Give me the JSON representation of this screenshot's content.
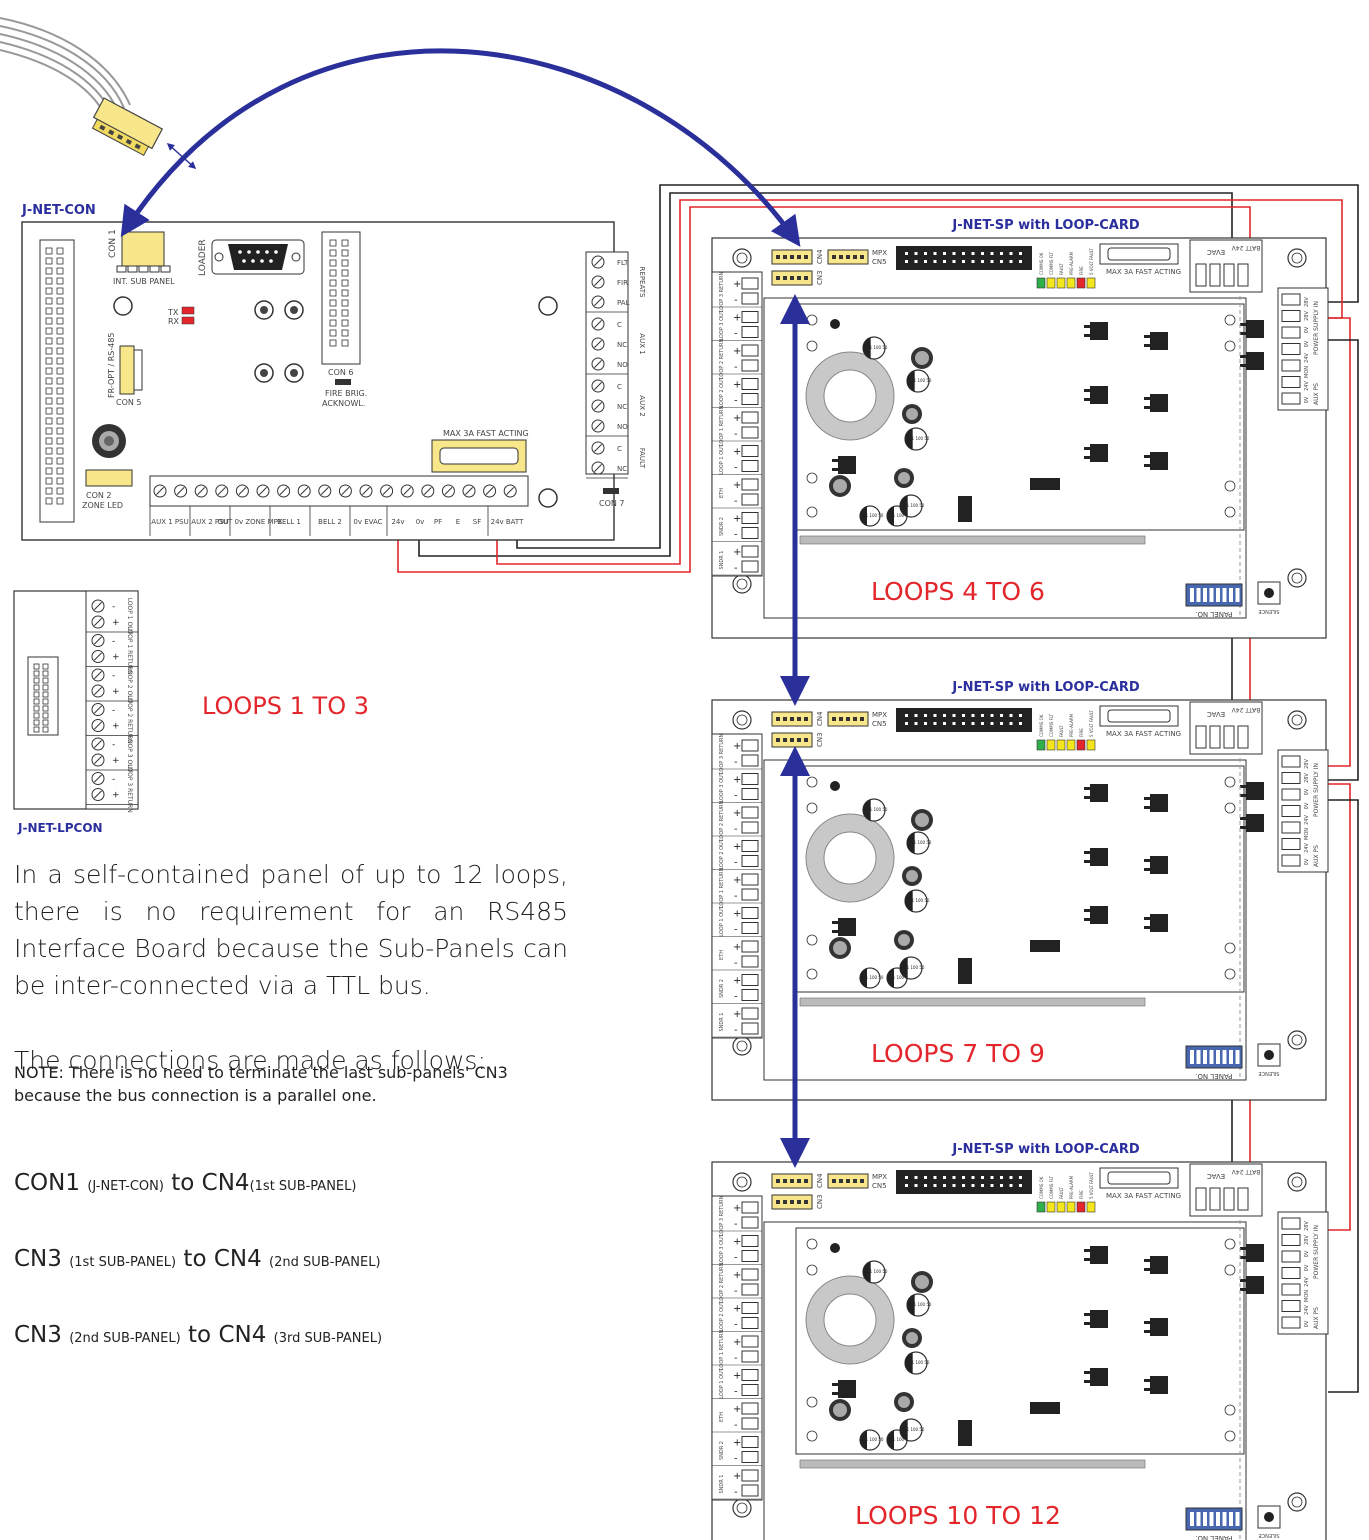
{
  "con_board": {
    "title": "J-NET-CON",
    "con1": "CON 1",
    "int_sub_panel": "INT. SUB PANEL",
    "loader": "LOADER",
    "tx": "TX",
    "rx": "RX",
    "fr_opt": "FR-OPT / RS-485",
    "con5": "CON 5",
    "con6": "CON 6",
    "fire_brig": "FIRE BRIG.",
    "acknowl": "ACKNOWL.",
    "con2": "CON 2",
    "zone_led": "ZONE LED",
    "con7": "CON 7",
    "fuse": "MAX 3A FAST ACTING",
    "relays": [
      {
        "terms": [
          "FLT",
          "FIR",
          "PAL"
        ],
        "group": "REPEATS"
      },
      {
        "terms": [
          "C",
          "NC",
          "NO"
        ],
        "group": "AUX 1"
      },
      {
        "terms": [
          "C",
          "NC",
          "NO"
        ],
        "group": "AUX 2"
      },
      {
        "terms": [
          "C",
          "NC"
        ],
        "group": "FAULT"
      }
    ],
    "bottom_labels": [
      "AUX 1 PSU",
      "AUX 2 PSU",
      "OUT 0v ZONE MPX",
      "BELL 1",
      "BELL 2",
      "0v EVAC",
      "24v",
      "0v",
      "PF",
      "E",
      "SF",
      "24v BATT"
    ]
  },
  "lpcon": {
    "title": "J-NET-LPCON",
    "loops_label": "LOOPS 1 TO 3",
    "terms": [
      "LOOP 1 OUT",
      "LOOP 1 RETURN",
      "LOOP 2 OUT",
      "LOOP 2 RETURN",
      "LOOP 3 OUT",
      "LOOP 3 RETURN"
    ]
  },
  "sub_panels": [
    {
      "title": "J-NET-SP with LOOP-CARD",
      "loops": "LOOPS 4 TO 6"
    },
    {
      "title": "J-NET-SP with LOOP-CARD",
      "loops": "LOOPS 7 TO 9"
    },
    {
      "title": "J-NET-SP with LOOP-CARD",
      "loops": "LOOPS 10 TO 12"
    }
  ],
  "sp_labels": {
    "cn3": "CN3",
    "cn4": "CN4",
    "mpx": "MPX",
    "cn5": "CN5",
    "fuse": "MAX 3A FAST ACTING",
    "evac": "EVAC",
    "batt": "BATT 24V",
    "panel_no": "PANEL NO.",
    "silence": "SILENCE",
    "psu_in": "POWER SUPPLY IN",
    "aux_ps": "AUX PS",
    "psu_terms": [
      "28V",
      "28V",
      "0V",
      "0V",
      "24V",
      "MON",
      "24V",
      "0V"
    ],
    "leds": [
      "COMMS OK",
      "COMMS FLT",
      "FAULT",
      "PRE-ALARM",
      "FIRE",
      "5 VOLT FAULT"
    ],
    "left_terms": [
      "LOOP 3 RETURN",
      "LOOP 3 OUT",
      "LOOP 2 RETURN",
      "LOOP 2 OUT",
      "LOOP 1 RETURN",
      "LOOP 1 OUT",
      "ETH",
      "SNDR 2",
      "SNDR 1"
    ],
    "cap_label": "311 100 50"
  },
  "text": {
    "paragraph": "In a self-contained panel of up to 12 loops, there is no requirement for an RS485 Interface Board because the Sub-Panels can be inter-connected via a TTL bus.",
    "connections_intro": "The connections are made as follows:",
    "conn1_a": "CON1",
    "conn1_a_note": "(J-NET-CON)",
    "conn1_to": "to",
    "conn1_b": "CN4",
    "conn1_b_note": "(1st SUB-PANEL)",
    "conn2_a": "CN3",
    "conn2_a_note": "(1st SUB-PANEL)",
    "conn2_to": "to",
    "conn2_b": "CN4",
    "conn2_b_note": "(2nd SUB-PANEL)",
    "conn3_a": "CN3",
    "conn3_a_note": "(2nd SUB-PANEL)",
    "conn3_to": "to",
    "conn3_b": "CN4",
    "conn3_b_note": "(3rd SUB-PANEL)",
    "note": "NOTE: There is no need to terminate the last sub-panels' CN3 because the bus connection is a parallel one."
  },
  "colors": {
    "blue_title": "#2b2f9e",
    "loop_red": "#e3262b",
    "arrow_blue": "#2a2f9a",
    "wire_red": "#e3262b"
  }
}
